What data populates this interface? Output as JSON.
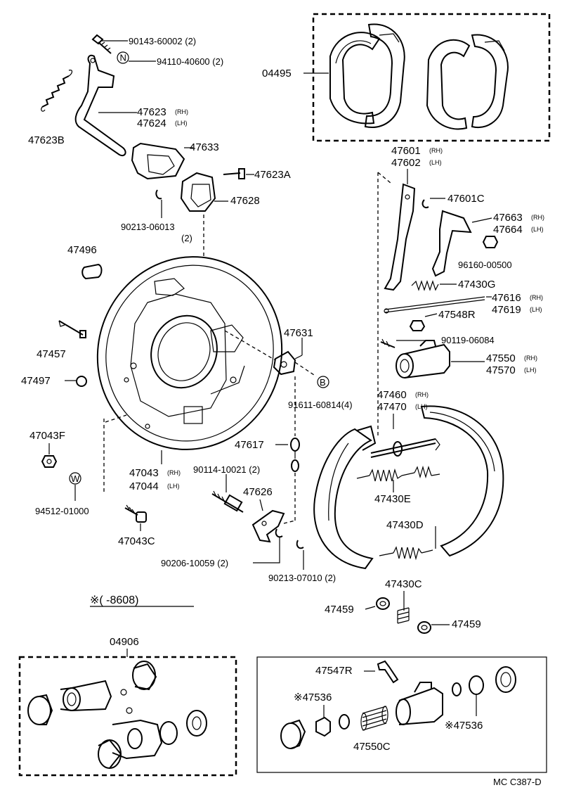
{
  "labels": {
    "p_90143": "90143-60002 (2)",
    "p_94110": "94110-40600 (2)",
    "p_04495": "04495",
    "p_47623": "47623",
    "p_47624": "47624",
    "p_47623b": "47623B",
    "p_47633": "47633",
    "p_47623a": "47623A",
    "p_47628": "47628",
    "p_90213_06013": "90213-06013",
    "p_90213_06013_qty": "(2)",
    "p_47601": "47601",
    "p_47602": "47602",
    "p_47601c": "47601C",
    "p_47663": "47663",
    "p_47664": "47664",
    "p_96160": "96160-00500",
    "p_47430g": "47430G",
    "p_47616": "47616",
    "p_47619": "47619",
    "p_47548r": "47548R",
    "p_90119": "90119-06084",
    "p_47550": "47550",
    "p_47570": "47570",
    "p_47496": "47496",
    "p_47457": "47457",
    "p_47497": "47497",
    "p_47631": "47631",
    "p_91611": "91611-60814(4)",
    "p_47460": "47460",
    "p_47470": "47470",
    "p_47043f": "47043F",
    "p_47617": "47617",
    "p_47043": "47043",
    "p_47044": "47044",
    "p_90114": "90114-10021 (2)",
    "p_47430e": "47430E",
    "p_94512": "94512-01000",
    "p_47626": "47626",
    "p_47043c": "47043C",
    "p_47430d": "47430D",
    "p_90206": "90206-10059 (2)",
    "p_90213_07010": "90213-07010 (2)",
    "p_47430c": "47430C",
    "p_47459a": "47459",
    "p_47459b": "47459",
    "p_note": "※(      -8608)",
    "p_04906": "04906",
    "p_47547r": "47547R",
    "p_47536a": "※47536",
    "p_47536b": "※47536",
    "p_47550c": "47550C",
    "p_ref": "MC C387-D"
  },
  "suffix": {
    "rh": "(RH)",
    "lh": "(LH)"
  },
  "marks": {
    "n": "N",
    "b": "B",
    "w": "W"
  }
}
